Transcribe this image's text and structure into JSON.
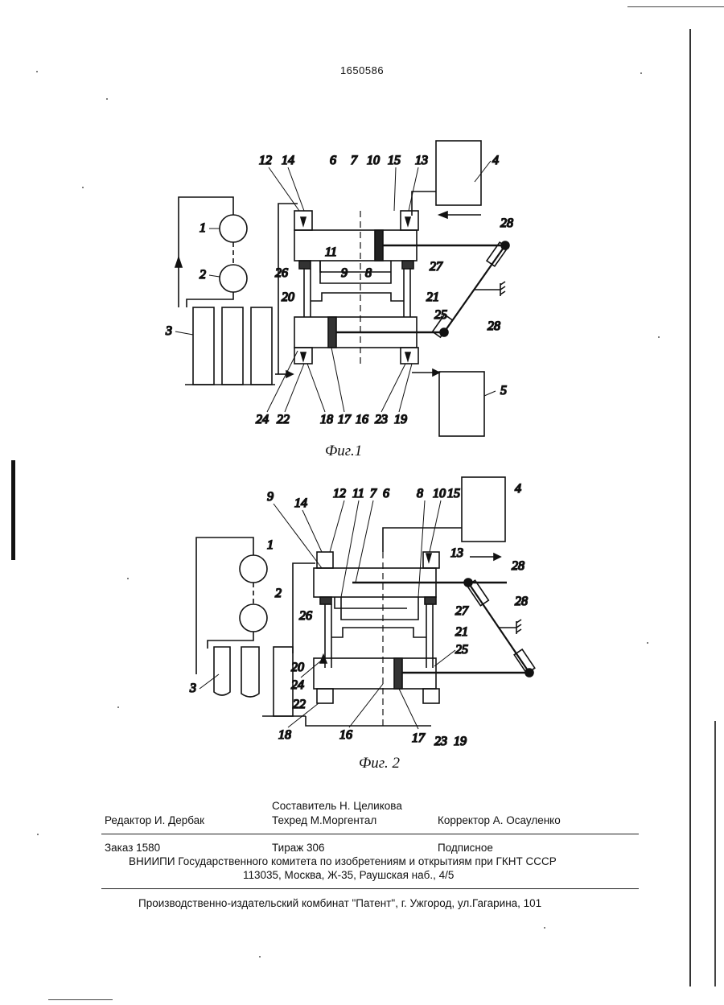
{
  "patent_number": "1650586",
  "figure1": {
    "caption": "Фиг.1",
    "labels": {
      "l1": "1",
      "l2": "2",
      "l3": "3",
      "l4": "4",
      "l5": "5",
      "l6": "6",
      "l7": "7",
      "l8": "8",
      "l9": "9",
      "l10": "10",
      "l11": "11",
      "l12": "12",
      "l13": "13",
      "l14": "14",
      "l15": "15",
      "l16": "16",
      "l17": "17",
      "l18": "18",
      "l19": "19",
      "l20": "20",
      "l21": "21",
      "l22": "22",
      "l23": "23",
      "l24": "24",
      "l25": "25",
      "l26": "26",
      "l27": "27",
      "l28a": "28",
      "l28b": "28"
    }
  },
  "figure2": {
    "caption": "Фиг. 2",
    "labels": {
      "l1": "1",
      "l2": "2",
      "l3": "3",
      "l4": "4",
      "l6": "6",
      "l7": "7",
      "l8": "8",
      "l9": "9",
      "l10": "10",
      "l11": "11",
      "l12": "12",
      "l13": "13",
      "l14": "14",
      "l15": "15",
      "l16": "16",
      "l17": "17",
      "l18": "18",
      "l19": "19",
      "l20": "20",
      "l21": "21",
      "l22": "22",
      "l23": "23",
      "l24": "24",
      "l25": "25",
      "l26": "26",
      "l27": "27",
      "l28a": "28",
      "l28b": "28"
    }
  },
  "imprint": {
    "composer": "Составитель Н. Целикова",
    "editor": "Редактор И. Дербак",
    "techred": "Техред М.Моргентал",
    "corrector": "Корректор А. Осауленко",
    "order": "Заказ 1580",
    "circulation": "Тираж 306",
    "subscription": "Подписное",
    "institute": "ВНИИПИ Государственного комитета по изобретениям и открытиям при ГКНТ СССР",
    "address": "113035, Москва, Ж-35, Раушская наб., 4/5",
    "printer": "Производственно-издательский комбинат \"Патент\", г. Ужгород, ул.Гагарина, 101"
  },
  "colors": {
    "ink": "#111111",
    "paper": "#ffffff"
  }
}
